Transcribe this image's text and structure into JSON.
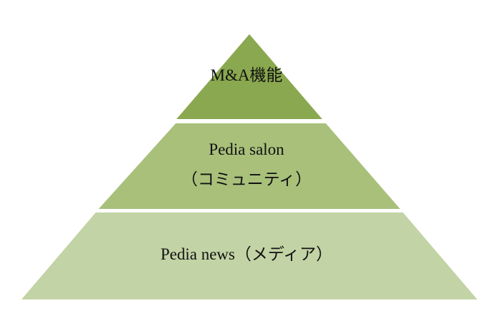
{
  "colors": {
    "top": "#8aa84f",
    "middle": "#a8c07a",
    "bottom": "#c2d3a5"
  },
  "tiers": {
    "top": {
      "label": "M&A機能"
    },
    "middle": {
      "line1": "Pedia salon",
      "line2": "（コミュニティ）"
    },
    "bottom": {
      "label": "Pedia news（メディア）"
    }
  }
}
